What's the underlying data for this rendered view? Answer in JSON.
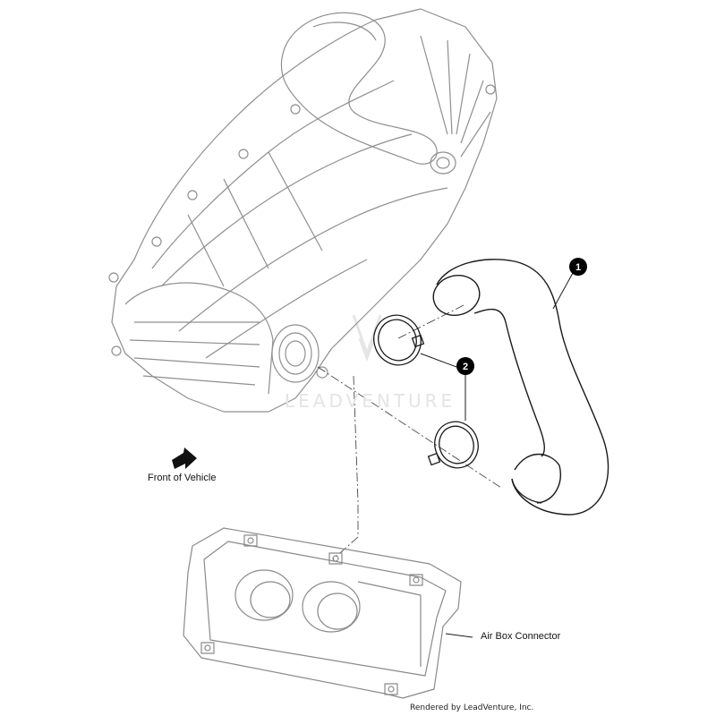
{
  "callouts": [
    {
      "number": "1"
    },
    {
      "number": "2"
    }
  ],
  "labels": {
    "front_of_vehicle": "Front of Vehicle",
    "air_box_connector": "Air Box Connector"
  },
  "watermark": "LEADVENTURE",
  "credit": "Rendered by LeadVenture, Inc.",
  "colors": {
    "line": "#1a1a1a",
    "engine_line": "#9a9a9a",
    "callout_fill": "#000000",
    "watermark": "#e4e4e4"
  }
}
